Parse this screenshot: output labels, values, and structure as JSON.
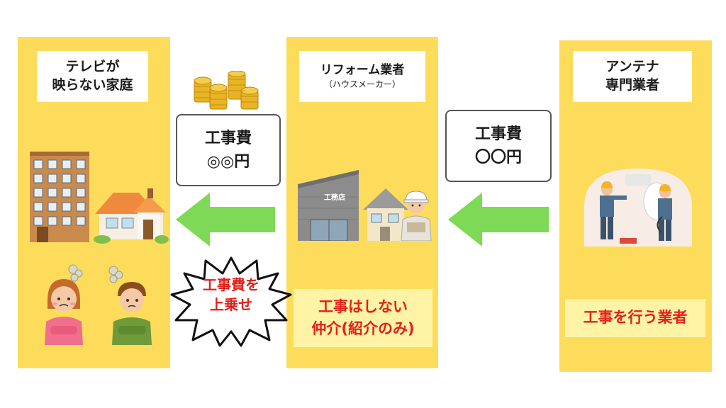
{
  "columns": {
    "household": {
      "line1": "テレビが",
      "line2": "映らない家庭"
    },
    "reform": {
      "line1": "リフォーム業者",
      "line2": "（ハウスメーカー）",
      "note_line1": "工事はしない",
      "note_line2": "仲介(紹介のみ)"
    },
    "antenna": {
      "line1": "アンテナ",
      "line2": "専門業者",
      "note": "工事を行う業者"
    }
  },
  "prices": {
    "left": {
      "line1": "工事費",
      "line2": "◎◎円"
    },
    "right": {
      "line1": "工事費",
      "line2": "〇〇円"
    }
  },
  "burst": {
    "line1": "工事費を",
    "line2": "上乗せ"
  },
  "shop_sign": "工務店",
  "colors": {
    "panel": "#fddc5c",
    "arrow": "#7ed957",
    "red_text": "#e3201b",
    "note_bg": "#fff3a6"
  }
}
